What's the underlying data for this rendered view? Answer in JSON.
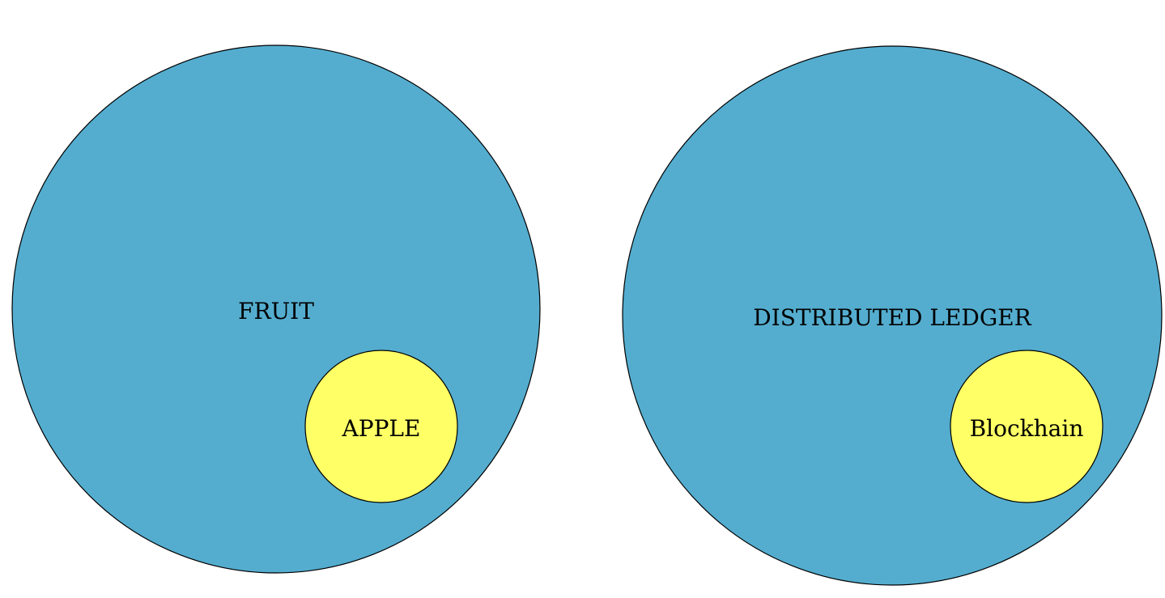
{
  "colors": {
    "outer_fill": "#54adcf",
    "inner_fill": "#ffff66",
    "stroke": "#000000",
    "background": "#ffffff"
  },
  "diagrams": [
    {
      "outer_label": "FRUIT",
      "inner_label": "APPLE"
    },
    {
      "outer_label": "DISTRIBUTED LEDGER",
      "inner_label": "Blockhain"
    }
  ]
}
